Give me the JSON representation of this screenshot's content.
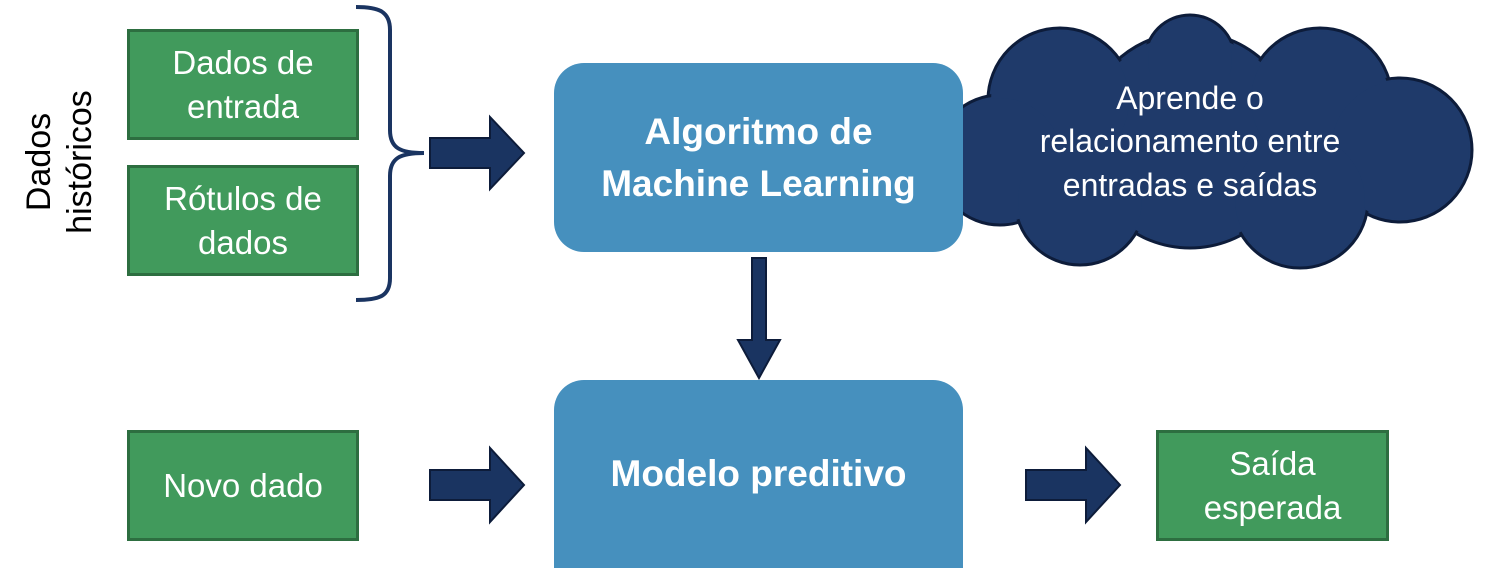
{
  "side_label": "Dados\nhistóricos",
  "boxes": {
    "input_data": "Dados de\nentrada",
    "data_labels": "Rótulos de\ndados",
    "algorithm": "Algoritmo de\nMachine Learning",
    "cloud": "Aprende o\nrelacionamento entre\nentradas e saídas",
    "new_data": "Novo dado",
    "model": "Modelo preditivo",
    "output": "Saída\nesperada"
  },
  "colors": {
    "green": "#419a5c",
    "blue": "#4690be",
    "navy": "#1a3461"
  }
}
